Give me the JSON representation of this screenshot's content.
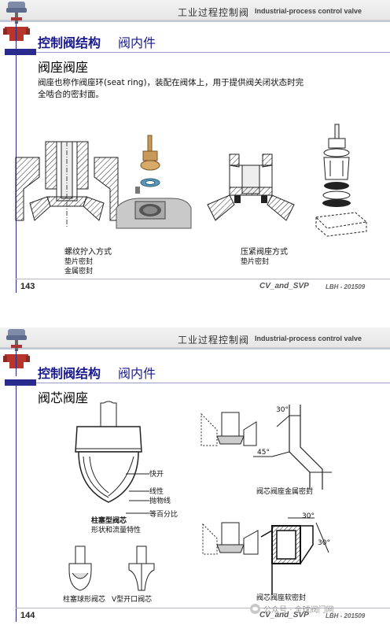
{
  "header": {
    "title_cn": "工业过程控制阀",
    "title_en": "Industrial-process control valve"
  },
  "slide1": {
    "title_main": "控制阀结构",
    "title_sub": "阀内件",
    "section": "阀座阀座",
    "body_line1": "阀座也称作阀座环(seat ring)，装配在阀体上，用于提供阀关闭状态时完",
    "body_line2": "全啮合的密封面。",
    "caption_left_1": "螺纹拧入方式",
    "caption_left_2": "垫片密封",
    "caption_left_3": "金属密封",
    "caption_right_1": "压紧阀座方式",
    "caption_right_2": "垫片密封",
    "page_number": "143",
    "footer_cv": "CV_and_SVP",
    "footer_lbh": "LBH - 201509"
  },
  "slide2": {
    "title_main": "控制阀结构",
    "title_sub": "阀内件",
    "section": "阀芯阀座",
    "curve_fast": "快开",
    "curve_linear": "线性",
    "curve_parabolic": "抛物线",
    "curve_equal": "等百分比",
    "plug_title": "柱塞型阀芯",
    "plug_sub": "形状和流量特性",
    "plug_ball": "柱塞球形阀芯",
    "plug_v": "V型开口阀芯",
    "metal_seal": "阀芯阀座金属密封",
    "soft_seal": "阀芯阀座软密封",
    "angle_30_top": "30°",
    "angle_45": "45°",
    "angle_30_bottom": "30°",
    "angle_30_side": "30°",
    "page_number": "144",
    "footer_cv": "CV_and_SVP",
    "footer_lbh": "LBH - 201509"
  },
  "watermark": {
    "text": "公众号 · 全球阀门网"
  },
  "colors": {
    "title_blue": "#1a1a90",
    "band_blue": "#2a2a8e",
    "brass": "#c8995a",
    "hatch": "#333333"
  }
}
